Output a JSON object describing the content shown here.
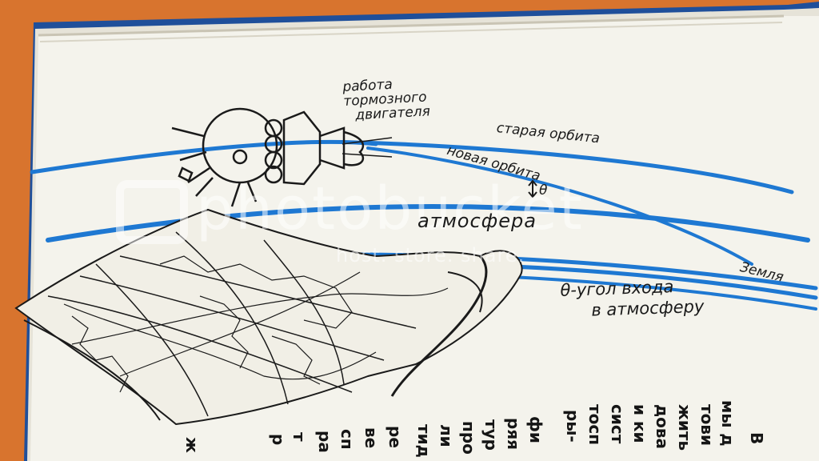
{
  "labels": {
    "engine_work": [
      "работа",
      "тормозного",
      "двигателя"
    ],
    "old_orbit": "старая орбита",
    "new_orbit": "новая орбита",
    "theta": "θ",
    "atmosphere": "атмосфера",
    "earth": "Земля",
    "entry_angle": [
      "θ-угол входа",
      "в атмосферу"
    ]
  },
  "watermark": {
    "brand": "photobucket",
    "tagline": "host. store. share."
  },
  "page_text_fragments": [
    "В",
    "мы д",
    "тови",
    "жить",
    "дова",
    "и ки",
    "сист",
    "тосп",
    "ры-",
    "фи",
    "ряя",
    "тур",
    "про",
    "ли",
    "тид",
    "ре",
    "ве",
    "сп",
    "ра",
    "т",
    "р",
    "ж"
  ],
  "colors": {
    "background": "#d8742e",
    "book_cover": "#1f4f9a",
    "page": "#f4f3ec",
    "orbit_blue": "#1e78d2",
    "ink": "#1a1a1a"
  }
}
